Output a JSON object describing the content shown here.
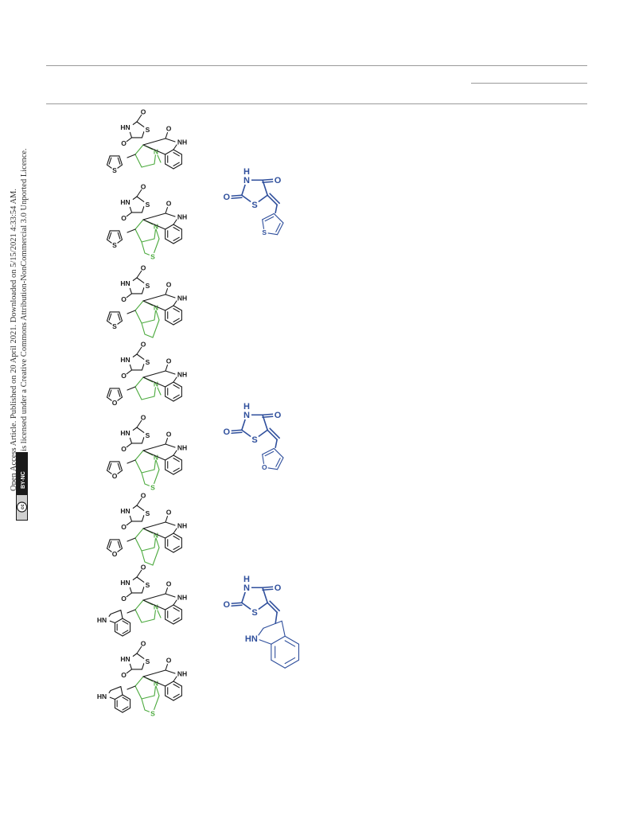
{
  "side_notice": {
    "line1": "Open Access Article. Published on 20 April 2021. Downloaded on 5/15/2021 4:33:54 AM.",
    "line2": "This article is licensed under a Creative Commons Attribution-NonCommercial 3.0 Unported Licence.",
    "badge_cc": "cc",
    "badge_license": "BY-NC"
  },
  "colors": {
    "black": "#1a1a1a",
    "green": "#4caa3e",
    "blue": "#2f4f9c",
    "rule": "#9a9a9a"
  },
  "products": [
    {
      "aryl": "thiophene",
      "ring": "N-methylpyrrolidine"
    },
    {
      "aryl": "thiophene",
      "ring": "thiazolidine"
    },
    {
      "aryl": "thiophene",
      "ring": "pyrrolizidine"
    },
    {
      "aryl": "furan",
      "ring": "N-methylpyrrolidine"
    },
    {
      "aryl": "furan",
      "ring": "thiazolidine"
    },
    {
      "aryl": "furan",
      "ring": "pyrrolizidine"
    },
    {
      "aryl": "indole",
      "ring": "N-methylpyrrolidine"
    },
    {
      "aryl": "indole",
      "ring": "thiazolidine"
    }
  ],
  "dipolarophiles": [
    {
      "aryl": "thiophene"
    },
    {
      "aryl": "furan"
    },
    {
      "aryl": "indole"
    }
  ],
  "atom_labels": {
    "HN": "HN",
    "NH": "NH",
    "O": "O",
    "S": "S",
    "N": "N",
    "H": "H"
  }
}
